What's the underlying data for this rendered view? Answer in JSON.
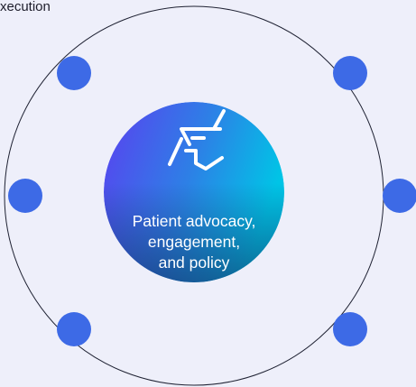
{
  "diagram": {
    "top_label": "xecution",
    "center": {
      "lines": [
        "Patient advocacy,",
        "engagement,",
        "and policy"
      ],
      "icon": "handshake-icon"
    },
    "node_count": 6
  },
  "colors": {
    "background": "#eeeffa",
    "ring_line": "#1f2233",
    "node_fill": "#3d6ae6",
    "hub_gradient_start": "#5b3ff0",
    "hub_gradient_mid": "#2d80e6",
    "hub_gradient_end": "#00c4e6"
  }
}
